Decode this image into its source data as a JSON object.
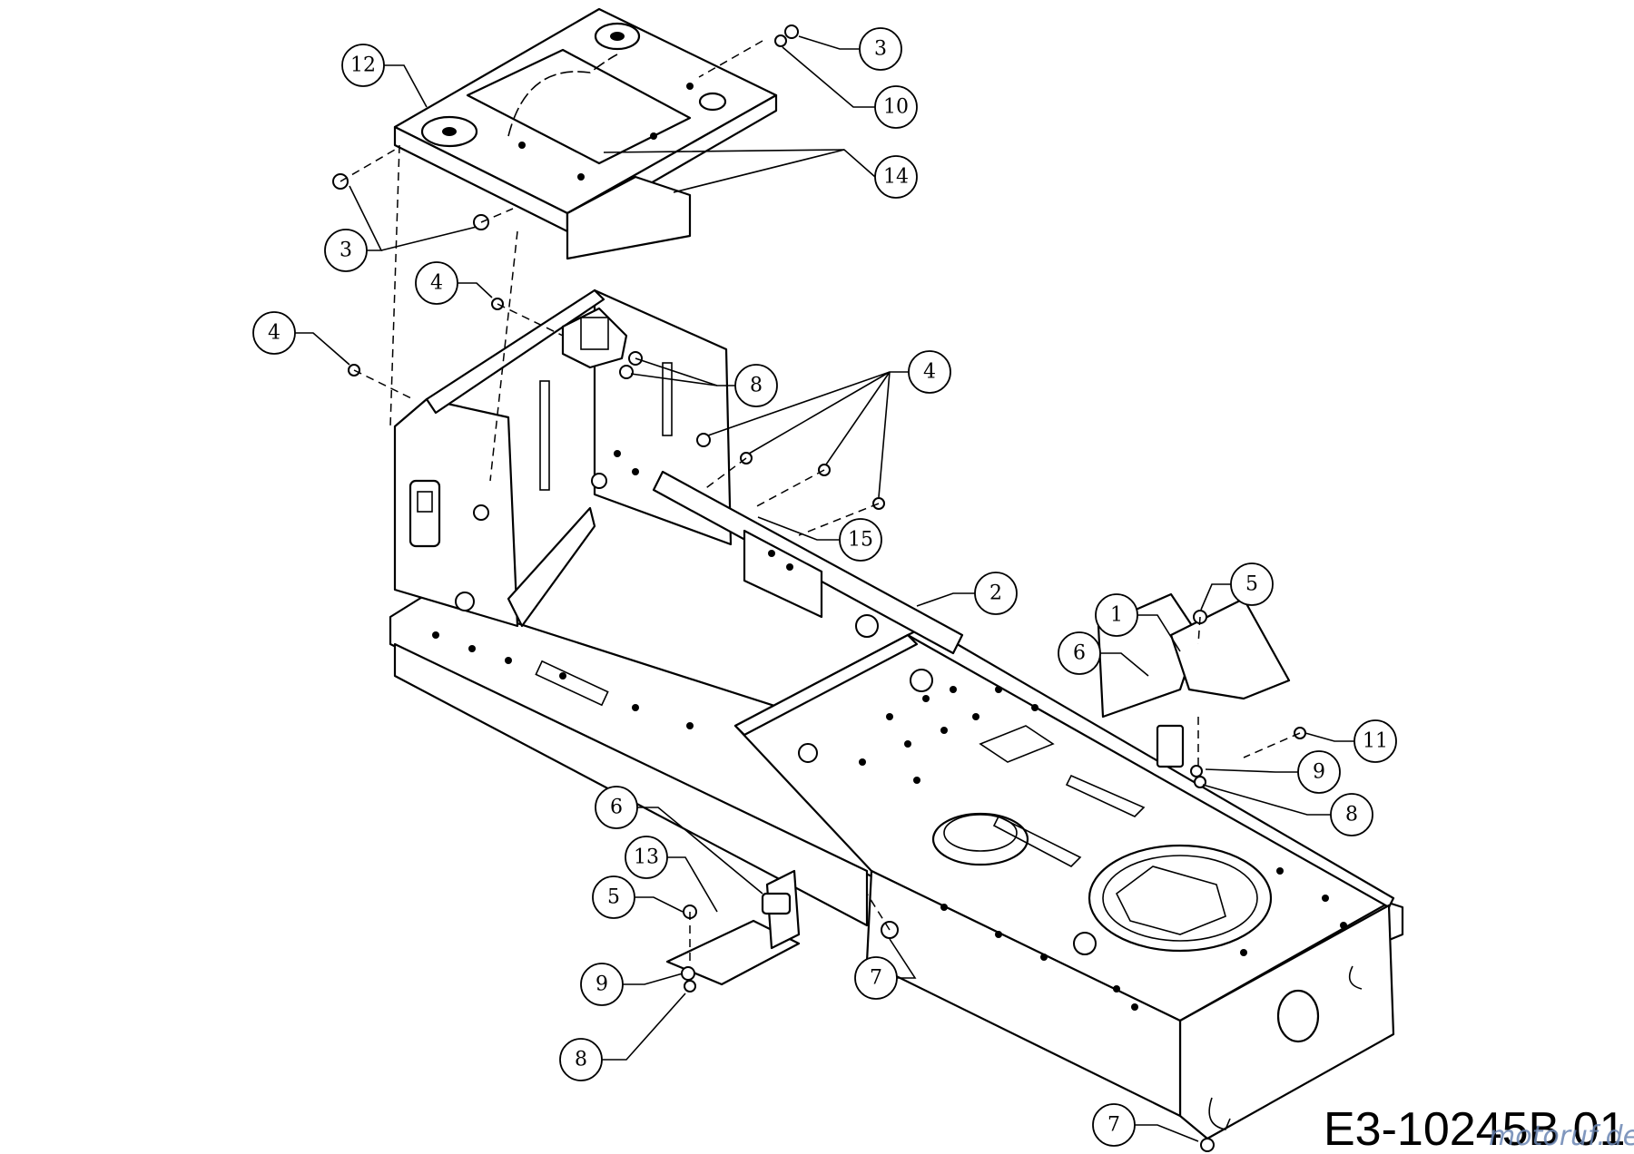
{
  "drawing_code": "E3-10245B 01",
  "watermark": "motoruf.de",
  "callouts": [
    {
      "label": "12",
      "part": "12"
    },
    {
      "label": "3",
      "part": "3"
    },
    {
      "label": "10",
      "part": "10"
    },
    {
      "label": "14",
      "part": "14"
    },
    {
      "label": "3",
      "part": "3"
    },
    {
      "label": "4",
      "part": "4"
    },
    {
      "label": "4",
      "part": "4"
    },
    {
      "label": "8",
      "part": "8"
    },
    {
      "label": "4",
      "part": "4"
    },
    {
      "label": "15",
      "part": "15"
    },
    {
      "label": "2",
      "part": "2"
    },
    {
      "label": "5",
      "part": "5"
    },
    {
      "label": "1",
      "part": "1"
    },
    {
      "label": "6",
      "part": "6"
    },
    {
      "label": "11",
      "part": "11"
    },
    {
      "label": "9",
      "part": "9"
    },
    {
      "label": "8",
      "part": "8"
    },
    {
      "label": "6",
      "part": "6"
    },
    {
      "label": "13",
      "part": "13"
    },
    {
      "label": "5",
      "part": "5"
    },
    {
      "label": "9",
      "part": "9"
    },
    {
      "label": "8",
      "part": "8"
    },
    {
      "label": "7",
      "part": "7"
    },
    {
      "label": "7",
      "part": "7"
    }
  ]
}
